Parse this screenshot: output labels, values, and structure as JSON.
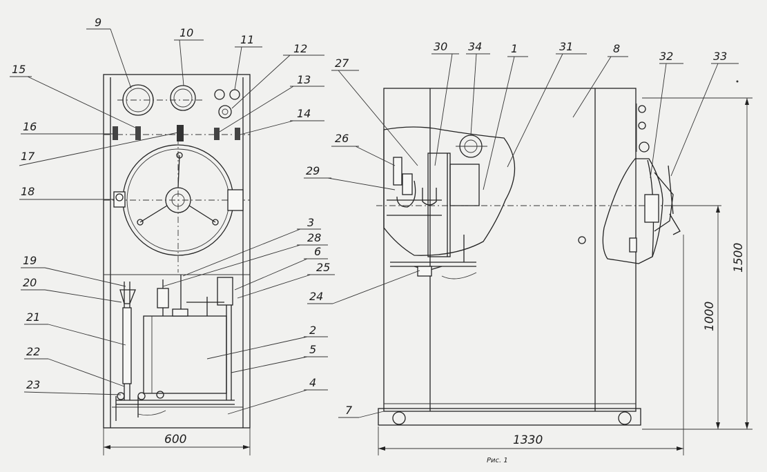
{
  "front_view": {
    "labels": [
      "9",
      "10",
      "11",
      "12",
      "15",
      "13",
      "16",
      "14",
      "17",
      "18",
      "3",
      "28",
      "19",
      "6",
      "25",
      "20",
      "21",
      "2",
      "5",
      "22",
      "23",
      "4"
    ],
    "width_dimension": "600"
  },
  "side_view": {
    "labels": [
      "30",
      "34",
      "1",
      "31",
      "8",
      "32",
      "33",
      "27",
      "26",
      "29",
      "24",
      "7"
    ],
    "length_dimension": "1330",
    "height_dimension_1500": "1500",
    "height_dimension_1000": "1000"
  },
  "caption_mark": "Рис. 1"
}
